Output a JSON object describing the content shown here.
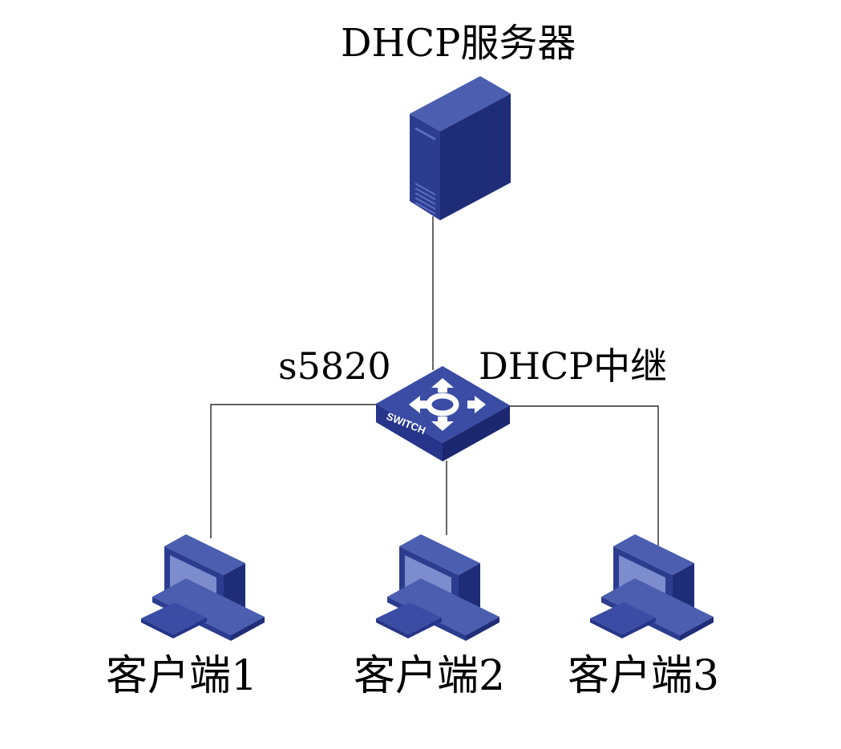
{
  "colors": {
    "device_dark": "#1f2d78",
    "device_mid": "#2c3d90",
    "device_light": "#4b5eb0",
    "screen": "#7d8ccc",
    "link": "#000000",
    "background": "#ffffff"
  },
  "nodes": {
    "server": {
      "label": "DHCP服务器",
      "icon": "server-tower-icon"
    },
    "switch": {
      "model_label": "s5820",
      "role_label": "DHCP中继",
      "face_text": "SWITCH",
      "icon": "switch-icon"
    },
    "clients": [
      {
        "label": "客户端1",
        "icon": "computer-icon"
      },
      {
        "label": "客户端2",
        "icon": "computer-icon"
      },
      {
        "label": "客户端3",
        "icon": "computer-icon"
      }
    ]
  },
  "links": [
    {
      "from": "server",
      "to": "switch"
    },
    {
      "from": "switch",
      "to": "client-1"
    },
    {
      "from": "switch",
      "to": "client-2"
    },
    {
      "from": "switch",
      "to": "client-3"
    }
  ]
}
